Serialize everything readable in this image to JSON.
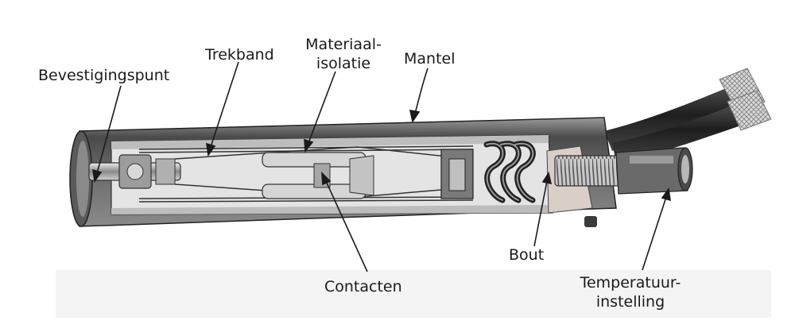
{
  "diagram": {
    "labels": {
      "bevestigingspunt": "Bevestigingspunt",
      "trekband": "Trekband",
      "materiaal_line1": "Materiaal-",
      "materiaal_line2": "isolatie",
      "mantel": "Mantel",
      "contacten": "Contacten",
      "bout": "Bout",
      "temperatuur_line1": "Temperatuur-",
      "temperatuur_line2": "instelling"
    },
    "colors": {
      "tube_dark": "#3a3a3a",
      "tube_mid": "#6e6e6e",
      "tube_light": "#b5b5b5",
      "interior": "#e6e6e6",
      "ink": "#1a1a1a",
      "cable": "#2b2b2b"
    }
  }
}
